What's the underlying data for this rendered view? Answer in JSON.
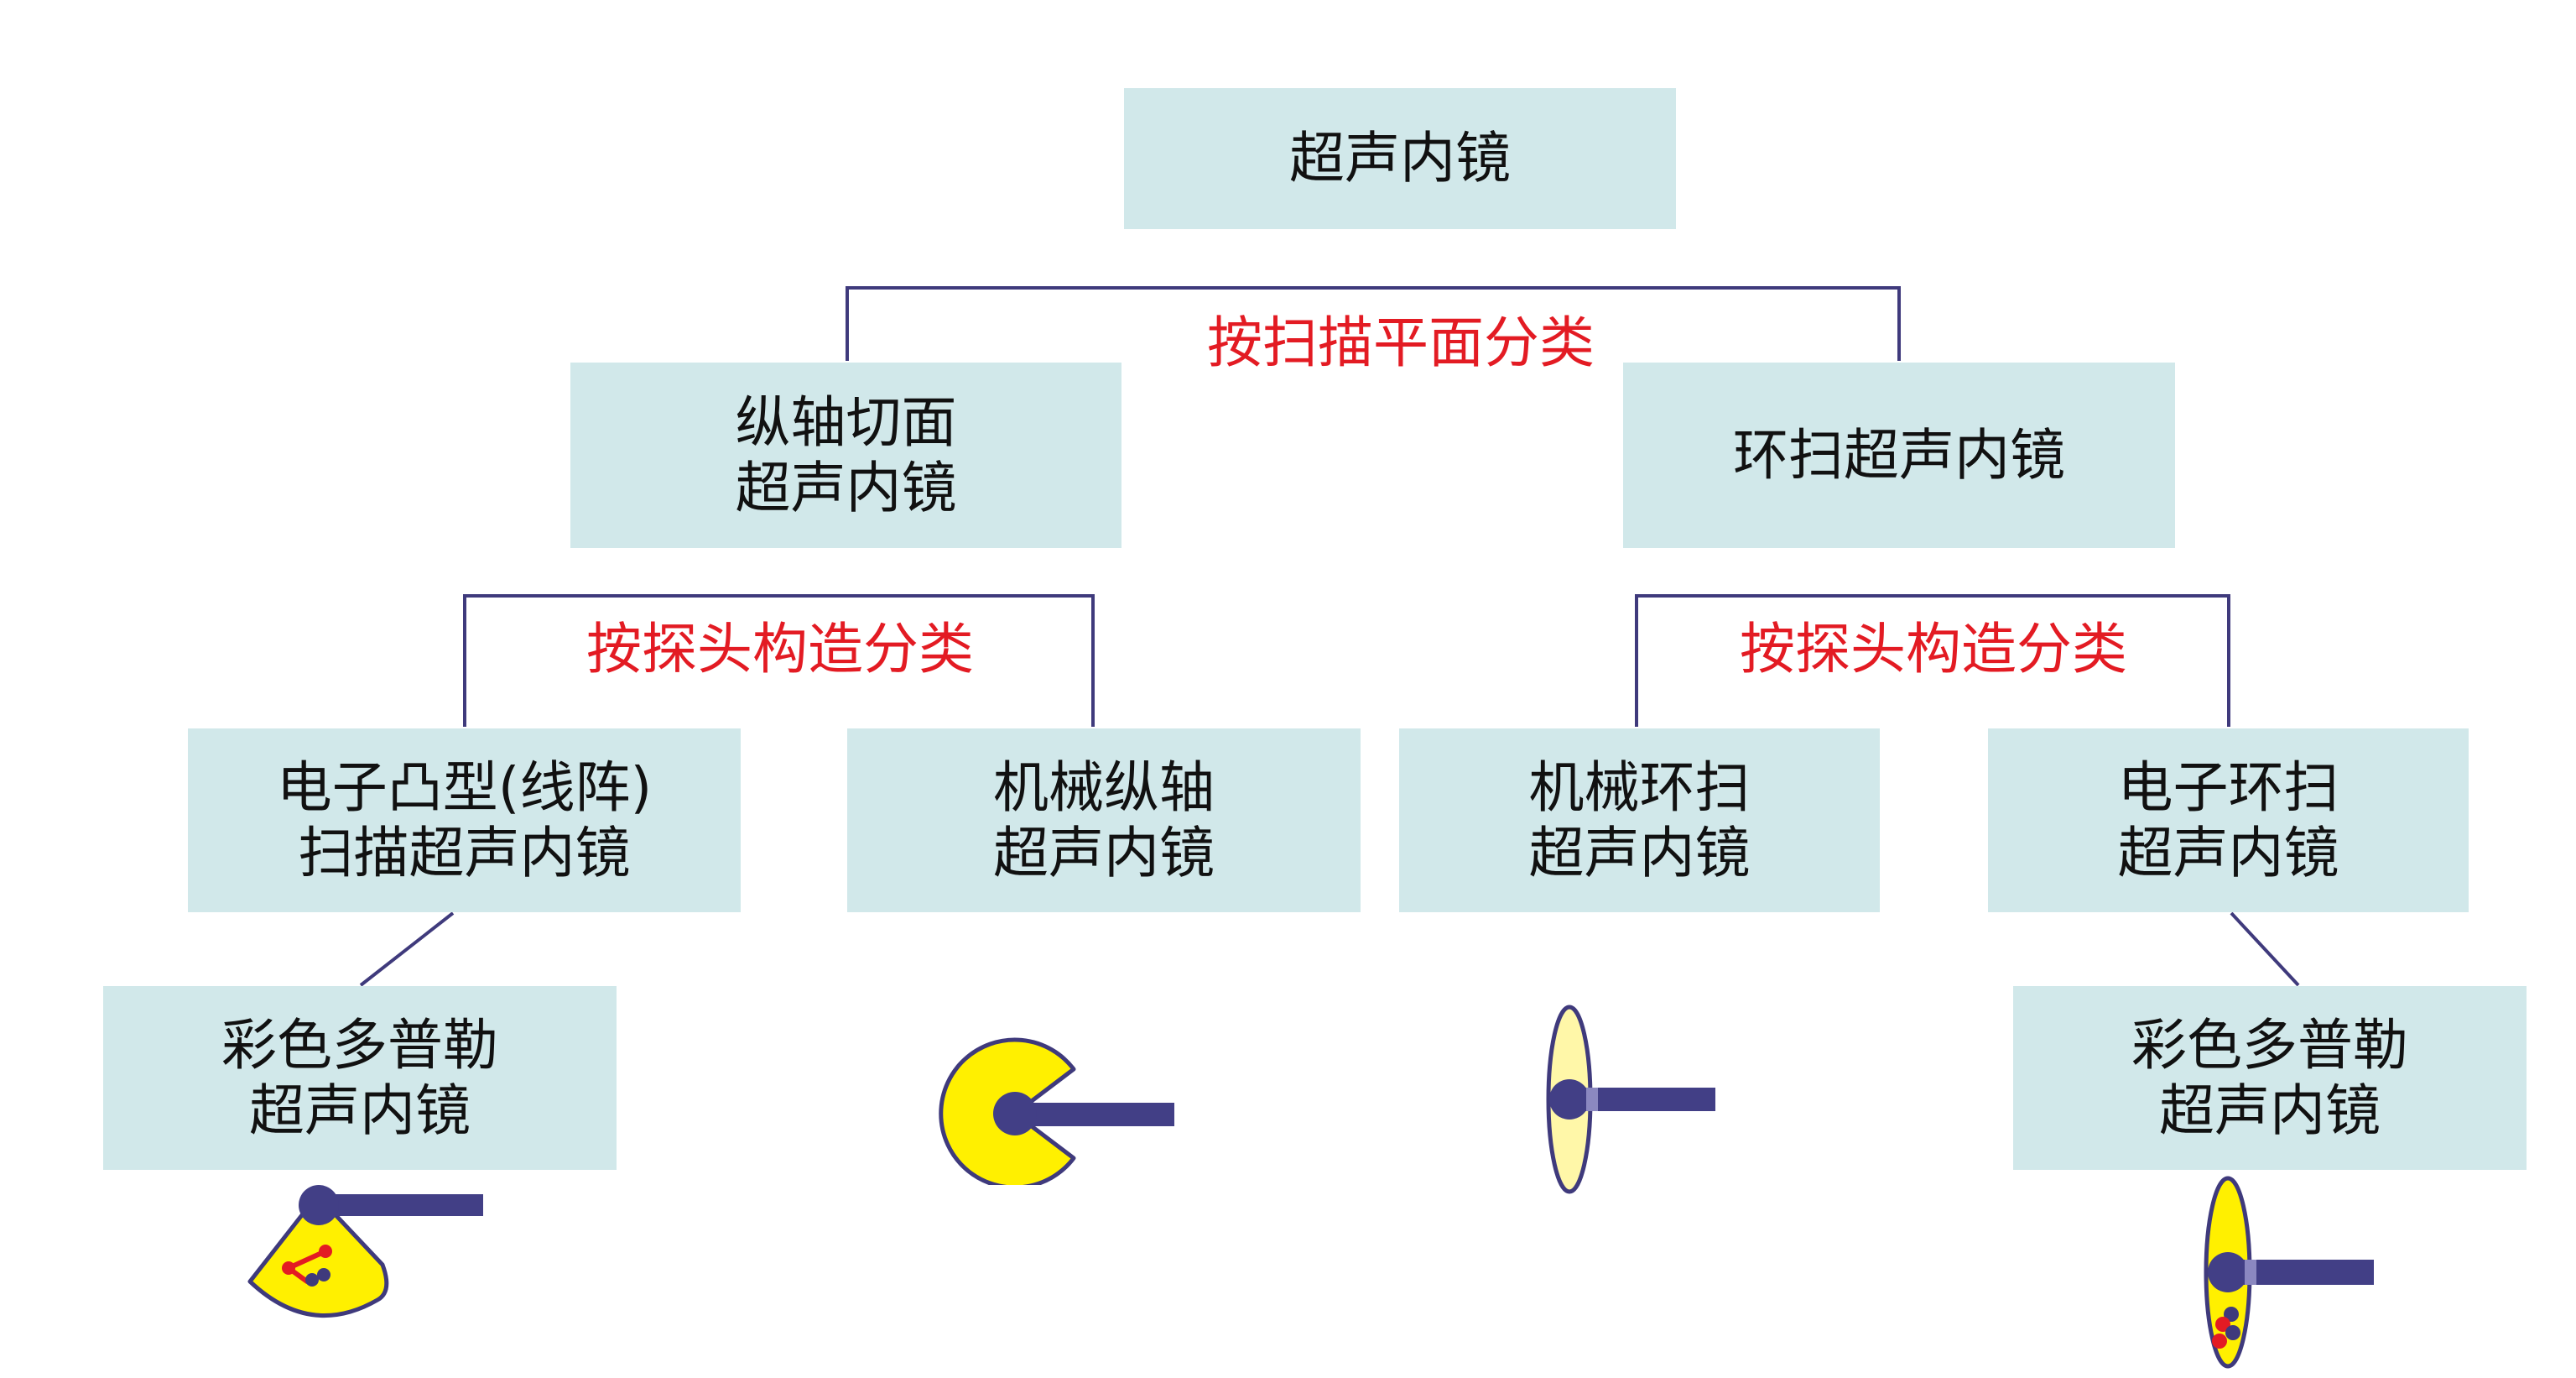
{
  "diagram": {
    "root": {
      "line1": "超声内镜"
    },
    "category_scan_plane": "按扫描平面分类",
    "category_probe_left": "按探头构造分类",
    "category_probe_right": "按探头构造分类",
    "longitudinal": {
      "line1": "纵轴切面",
      "line2": "超声内镜"
    },
    "radial": {
      "line1": "环扫超声内镜"
    },
    "electronic_convex": {
      "line1": "电子凸型(线阵)",
      "line2": "扫描超声内镜"
    },
    "mechanical_longitudinal": {
      "line1": "机械纵轴",
      "line2": "超声内镜"
    },
    "mechanical_radial": {
      "line1": "机械环扫",
      "line2": "超声内镜"
    },
    "electronic_radial": {
      "line1": "电子环扫",
      "line2": "超声内镜"
    },
    "doppler_left": {
      "line1": "彩色多普勒",
      "line2": "超声内镜"
    },
    "doppler_right": {
      "line1": "彩色多普勒",
      "line2": "超声内镜"
    }
  },
  "colors": {
    "box_fill": "#d1e8ea",
    "connector": "#3f3a7c",
    "category_text": "#e31b23",
    "probe_yellow": "#fff000",
    "probe_pale_yellow": "#fff7a8",
    "probe_shaft": "#423f86",
    "flow_red": "#e31b23",
    "flow_blue": "#3f3a7c"
  },
  "icons": [
    "convex-sector-probe-icon",
    "mechanical-sector-probe-icon",
    "mechanical-radial-probe-icon",
    "electronic-radial-doppler-probe-icon"
  ]
}
